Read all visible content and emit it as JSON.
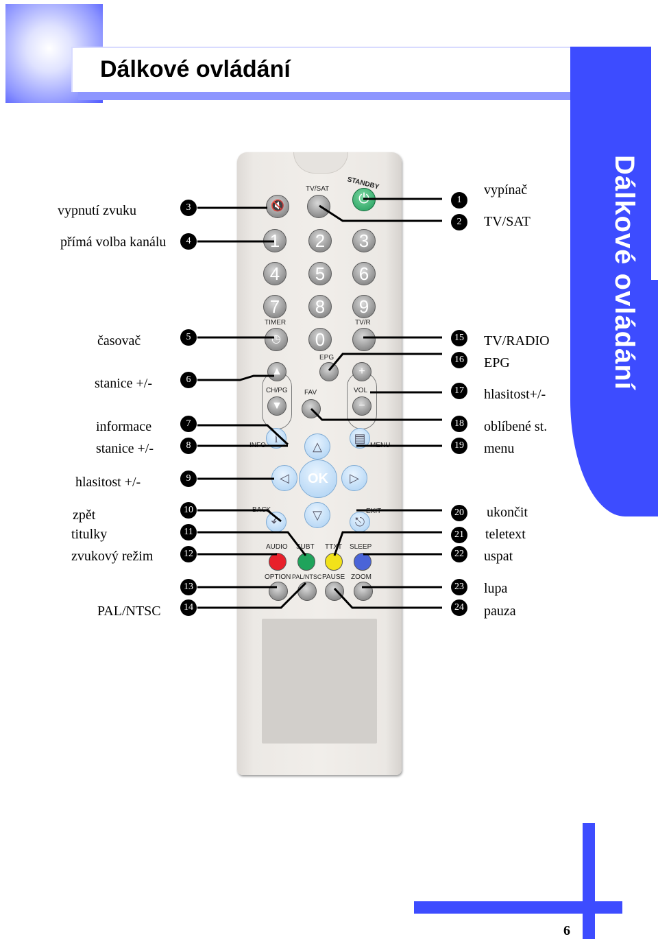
{
  "header": {
    "title": "Dálkové ovládání"
  },
  "side_tab": {
    "text": "Dálkové ovládání"
  },
  "page_number": "6",
  "colors": {
    "accent": "#3d4cff",
    "light_accent": "#8d96ff"
  },
  "left_labels": [
    {
      "num": "3",
      "text": "vypnutí zvuku"
    },
    {
      "num": "4",
      "text": "přímá volba kanálu"
    },
    {
      "num": "5",
      "text": "časovač"
    },
    {
      "num": "6",
      "text": "stanice +/-"
    },
    {
      "num": "7",
      "text": "informace"
    },
    {
      "num": "8",
      "text": "stanice +/-"
    },
    {
      "num": "9",
      "text": "hlasitost +/-"
    },
    {
      "num": "10",
      "text": "zpět"
    },
    {
      "num": "11",
      "text": "titulky"
    },
    {
      "num": "12",
      "text": "zvukový režim"
    },
    {
      "num": "13",
      "text": ""
    },
    {
      "num": "14",
      "text": "PAL/NTSC"
    }
  ],
  "right_labels": [
    {
      "num": "1",
      "text": "vypínač"
    },
    {
      "num": "2",
      "text": "TV/SAT"
    },
    {
      "num": "15",
      "text": "TV/RADIO"
    },
    {
      "num": "16",
      "text": "EPG"
    },
    {
      "num": "17",
      "text": "hlasitost+/-"
    },
    {
      "num": "18",
      "text": "oblíbené st."
    },
    {
      "num": "19",
      "text": "menu"
    },
    {
      "num": "20",
      "text": "ukončit"
    },
    {
      "num": "21",
      "text": "teletext"
    },
    {
      "num": "22",
      "text": "uspat"
    },
    {
      "num": "23",
      "text": "lupa"
    },
    {
      "num": "24",
      "text": "pauza"
    }
  ],
  "remote": {
    "tvsat": "TV/SAT",
    "standby": "STANDBY",
    "digits": [
      "1",
      "2",
      "3",
      "4",
      "5",
      "6",
      "7",
      "8",
      "9",
      "0"
    ],
    "timer": "TIMER",
    "tvr": "TV/R",
    "epg": "EPG",
    "chpg": "CH/PG",
    "fav": "FAV",
    "vol": "VOL",
    "info": "INFO",
    "menu": "MENU",
    "ok": "OK",
    "back": "BACK",
    "exit": "EXIT",
    "audio": "AUDIO",
    "subt": "SUBT",
    "ttxt": "TTXT",
    "sleep": "SLEEP",
    "option": "OPTION",
    "palntsc": "PAL/NTSC",
    "pause": "PAUSE",
    "zoom": "ZOOM",
    "button_colors": {
      "red": "#e8202a",
      "green": "#1fa35b",
      "yellow": "#f2e21a",
      "blue": "#4a64d8"
    }
  }
}
